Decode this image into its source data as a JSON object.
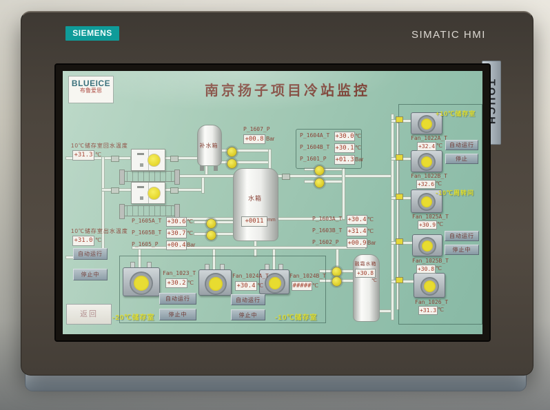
{
  "device": {
    "brand": "SIEMENS",
    "product": "SIMATIC HMI",
    "touch": "TOUCH"
  },
  "screen": {
    "logo_line1": "BLUEICE",
    "logo_line2": "布鲁爱思",
    "title": "南京扬子项目冷站监控",
    "back_button": "返回"
  },
  "left": {
    "top_label": "10℃储存室回水温度",
    "top_value": "+31.3",
    "top_unit": "℃",
    "bottom_label": "10℃储存室出水温度",
    "bottom_value": "+31.0",
    "bottom_unit": "℃",
    "auto_button": "自动运行",
    "stop_button": "停止中"
  },
  "tanks": {
    "makeup_name": "补水箱",
    "main_name": "水箱",
    "main_level": "+0011",
    "main_unit": "mm",
    "defrost_name": "融霜水箱",
    "defrost_value": "+30.8",
    "defrost_unit": "℃"
  },
  "blocks": {
    "b1607": {
      "tag": "P_1607_P",
      "value": "+00.8",
      "unit": "Bar"
    },
    "b1604": [
      {
        "tag": "P_1604A_T",
        "value": "+30.0",
        "unit": "℃"
      },
      {
        "tag": "P_1604B_T",
        "value": "+30.1",
        "unit": "℃"
      },
      {
        "tag": "P_1601_P",
        "value": "+01.3",
        "unit": "Bar"
      }
    ],
    "b1605": [
      {
        "tag": "P_1605A_T",
        "value": "+30.6",
        "unit": "℃"
      },
      {
        "tag": "P_1605B_T",
        "value": "+30.7",
        "unit": "℃"
      },
      {
        "tag": "P_1605_P",
        "value": "+00.4",
        "unit": "Bar"
      }
    ],
    "b1603": [
      {
        "tag": "P_1603A_T",
        "value": "+30.4",
        "unit": "℃"
      },
      {
        "tag": "P_1603B_T",
        "value": "+31.4",
        "unit": "℃"
      },
      {
        "tag": "P_1602_P",
        "value": "+00.9",
        "unit": "Bar"
      }
    ]
  },
  "bottom_fans": {
    "zone_left": "-20℃储存室",
    "zone_right": "-10℃储存室",
    "items": [
      {
        "tag": "Fan_1023_T",
        "value": "+30.2",
        "unit": "℃",
        "auto": "自动运行",
        "stop": "停止中"
      },
      {
        "tag": "Fan_1024A_T",
        "value": "+30.4",
        "unit": "℃",
        "auto": "自动运行",
        "stop": "停止中"
      },
      {
        "tag": "Fan_1024B_T",
        "value": "#####",
        "unit": "℃"
      }
    ]
  },
  "right_fans": {
    "zone_top": "+10℃储存室",
    "zone_mid": "-10℃周转间",
    "buttons": {
      "auto1": "自动运行",
      "stop1": "停止",
      "auto2": "自动运行",
      "stop2": "停止中"
    },
    "items": [
      {
        "tag": "Fan_1022A_T",
        "value": "+32.4",
        "unit": "℃"
      },
      {
        "tag": "Fan_1022B_T",
        "value": "+32.6",
        "unit": "℃"
      },
      {
        "tag": "Fan_1025A_T",
        "value": "+30.9",
        "unit": "℃"
      },
      {
        "tag": "Fan_1025B_T",
        "value": "+30.8",
        "unit": "℃"
      },
      {
        "tag": "Fan_1026_T",
        "value": "+31.3",
        "unit": "℃"
      }
    ]
  },
  "colors": {
    "screen_green": "#a5cab6",
    "accent_yellow": "#e4d83a",
    "siemens_teal": "#0f9b99",
    "title_red": "#7b4034",
    "bezel_gray": "#4c453d"
  }
}
